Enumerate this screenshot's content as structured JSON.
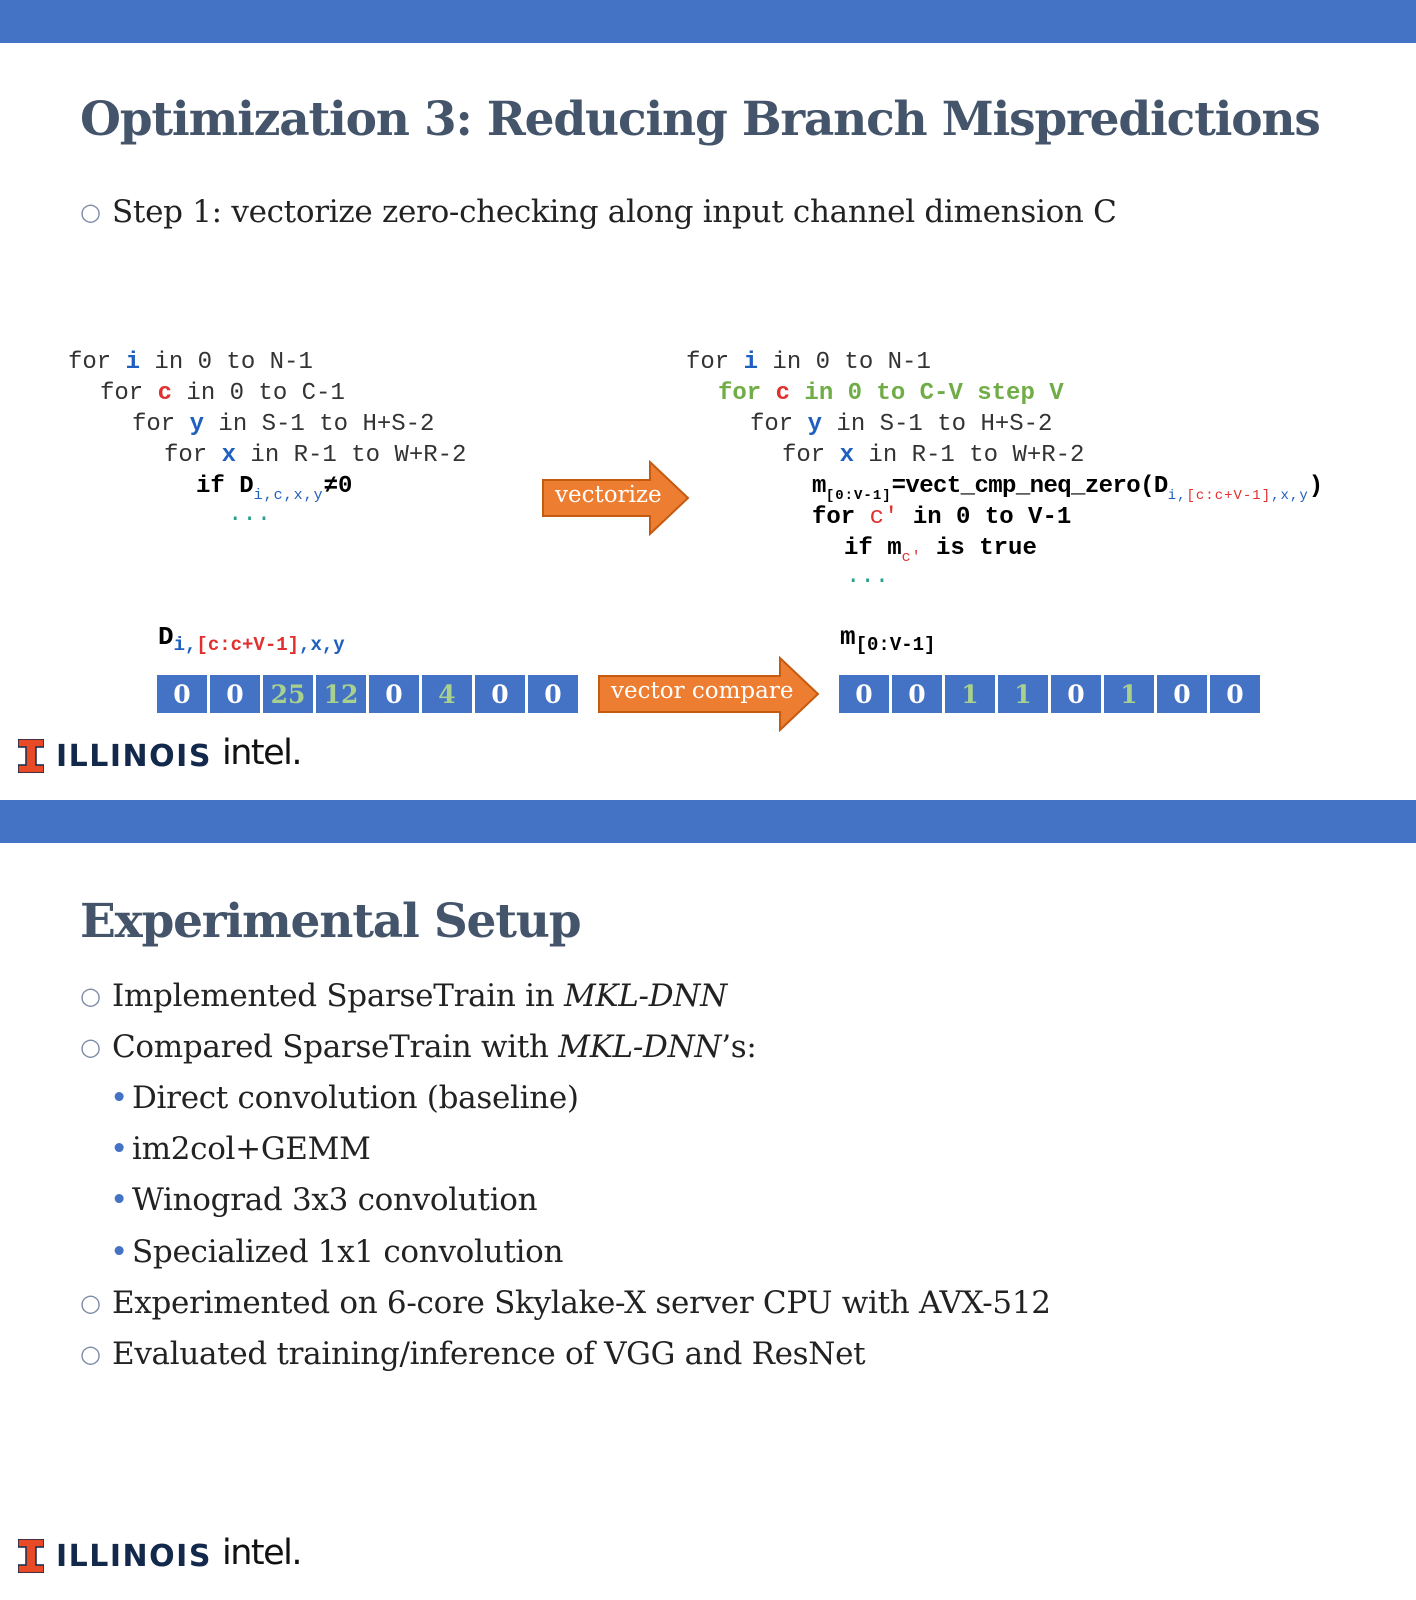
{
  "slide1": {
    "title": "Optimization 3: Reducing Branch Mispredictions",
    "bullet_mark": "○",
    "bullet": "Step 1: vectorize zero-checking along input channel dimension C",
    "code_left": {
      "l1": {
        "a": "for ",
        "v": "i",
        "b": " in 0 to N-1"
      },
      "l2": {
        "a": "for ",
        "v": "c",
        "b": " in 0 to C-1"
      },
      "l3": {
        "a": "for ",
        "v": "y",
        "b": " in S-1 to H+S-2"
      },
      "l4": {
        "a": "for ",
        "v": "x",
        "b": " in R-1 to W+R-2"
      },
      "l5": {
        "a": "if D",
        "sub": "i,c,x,y",
        "b": "≠0"
      },
      "l6": "..."
    },
    "code_right": {
      "l1": {
        "a": "for ",
        "v": "i",
        "b": " in 0 to N-1"
      },
      "l2": {
        "a": "for ",
        "v": "c",
        "b": " in 0 to C-V step V"
      },
      "l3": {
        "a": "for ",
        "v": "y",
        "b": " in S-1 to H+S-2"
      },
      "l4": {
        "a": "for ",
        "v": "x",
        "b": " in R-1 to W+R-2"
      },
      "l5": {
        "a": "m",
        "sub1": "[0:V-1]",
        "b": "=vect_cmp_neq_zero(D",
        "sub2a": "i,",
        "sub2b": "[c:c+V-1]",
        "sub2c": ",x,y",
        "c": ")"
      },
      "l6": {
        "a": "for ",
        "v": "c′",
        "b": " in 0 to V-1"
      },
      "l7": {
        "a": "if m",
        "sub": "c′",
        "b": " is true"
      },
      "l8": "..."
    },
    "arrow_vectorize": "vectorize",
    "arrow_compare": "vector compare",
    "d_label": {
      "main": "D",
      "sub_a": "i,",
      "sub_b": "[c:c+V-1]",
      "sub_c": ",x,y"
    },
    "m_label": {
      "main": "m",
      "sub": "[0:V-1]"
    },
    "d_values": [
      "0",
      "0",
      "25",
      "12",
      "0",
      "4",
      "0",
      "0"
    ],
    "m_values": [
      "0",
      "0",
      "1",
      "1",
      "0",
      "1",
      "0",
      "0"
    ]
  },
  "slide2": {
    "title": "Experimental Setup",
    "bullet_mark": "○",
    "sub_mark": "•",
    "b1": {
      "a": "Implemented SparseTrain in ",
      "em": "MKL-DNN"
    },
    "b2": {
      "a": "Compared SparseTrain with ",
      "em": "MKL-DNN",
      "b": "’s:"
    },
    "sub": [
      "Direct convolution (baseline)",
      "im2col+GEMM",
      "Winograd 3x3 convolution",
      "Specialized 1x1 convolution"
    ],
    "b3": "Experimented on 6-core Skylake-X server CPU with AVX-512",
    "b4": "Evaluated training/inference of VGG and ResNet"
  },
  "logos": {
    "illinois": "ILLINOIS",
    "intel": "intel."
  },
  "colors": {
    "bar": "#4472c4",
    "title": "#44546a",
    "arrow": "#ed7d31",
    "highlight": "#a9d18e"
  }
}
